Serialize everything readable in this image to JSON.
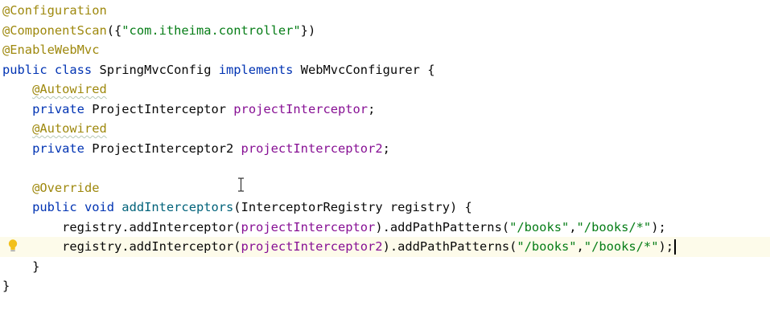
{
  "editor": {
    "language": "java",
    "current_line_index": 12,
    "lines": [
      [
        {
          "t": "@Configuration",
          "c": "anno"
        }
      ],
      [
        {
          "t": "@ComponentScan",
          "c": "anno"
        },
        {
          "t": "({"
        },
        {
          "t": "\"com.itheima.controller\"",
          "c": "str"
        },
        {
          "t": "})"
        }
      ],
      [
        {
          "t": "@EnableWebMvc",
          "c": "anno"
        }
      ],
      [
        {
          "t": "public class",
          "c": "kw"
        },
        {
          "t": " SpringMvcConfig "
        },
        {
          "t": "implements",
          "c": "kw"
        },
        {
          "t": " WebMvcConfigurer {"
        }
      ],
      [
        {
          "t": "    "
        },
        {
          "t": "@Autowired",
          "c": "anno squiggle"
        }
      ],
      [
        {
          "t": "    "
        },
        {
          "t": "private",
          "c": "kw"
        },
        {
          "t": " ProjectInterceptor "
        },
        {
          "t": "projectInterceptor",
          "c": "field"
        },
        {
          "t": ";"
        }
      ],
      [
        {
          "t": "    "
        },
        {
          "t": "@Autowired",
          "c": "anno squiggle"
        }
      ],
      [
        {
          "t": "    "
        },
        {
          "t": "private",
          "c": "kw"
        },
        {
          "t": " ProjectInterceptor2 "
        },
        {
          "t": "projectInterceptor2",
          "c": "field"
        },
        {
          "t": ";"
        }
      ],
      [],
      [
        {
          "t": "    "
        },
        {
          "t": "@Override",
          "c": "anno"
        }
      ],
      [
        {
          "t": "    "
        },
        {
          "t": "public void",
          "c": "kw"
        },
        {
          "t": " "
        },
        {
          "t": "addInterceptors",
          "c": "method"
        },
        {
          "t": "(InterceptorRegistry registry) {"
        }
      ],
      [
        {
          "t": "        registry.addInterceptor("
        },
        {
          "t": "projectInterceptor",
          "c": "field"
        },
        {
          "t": ").addPathPatterns("
        },
        {
          "t": "\"/books\"",
          "c": "str"
        },
        {
          "t": ","
        },
        {
          "t": "\"/books/*\"",
          "c": "str"
        },
        {
          "t": ");"
        }
      ],
      [
        {
          "t": "        registry.addInterceptor("
        },
        {
          "t": "projectInterceptor2",
          "c": "field"
        },
        {
          "t": ").addPathPatterns("
        },
        {
          "t": "\"/books\"",
          "c": "str"
        },
        {
          "t": ","
        },
        {
          "t": "\"/books/*\"",
          "c": "str"
        },
        {
          "t": ");"
        }
      ],
      [
        {
          "t": "    }"
        }
      ],
      [
        {
          "t": "}"
        }
      ]
    ]
  },
  "gutter": {
    "intention_icon": "lightbulb-icon",
    "intention_color": "#f2c01b"
  },
  "cursor": {
    "mouse_icon": "ibeam-cursor-icon"
  },
  "colors": {
    "annotation": "#9e880d",
    "keyword": "#0033b3",
    "string": "#067d17",
    "field": "#871094",
    "method": "#00627a",
    "current_line_bg": "#fdfbea"
  }
}
